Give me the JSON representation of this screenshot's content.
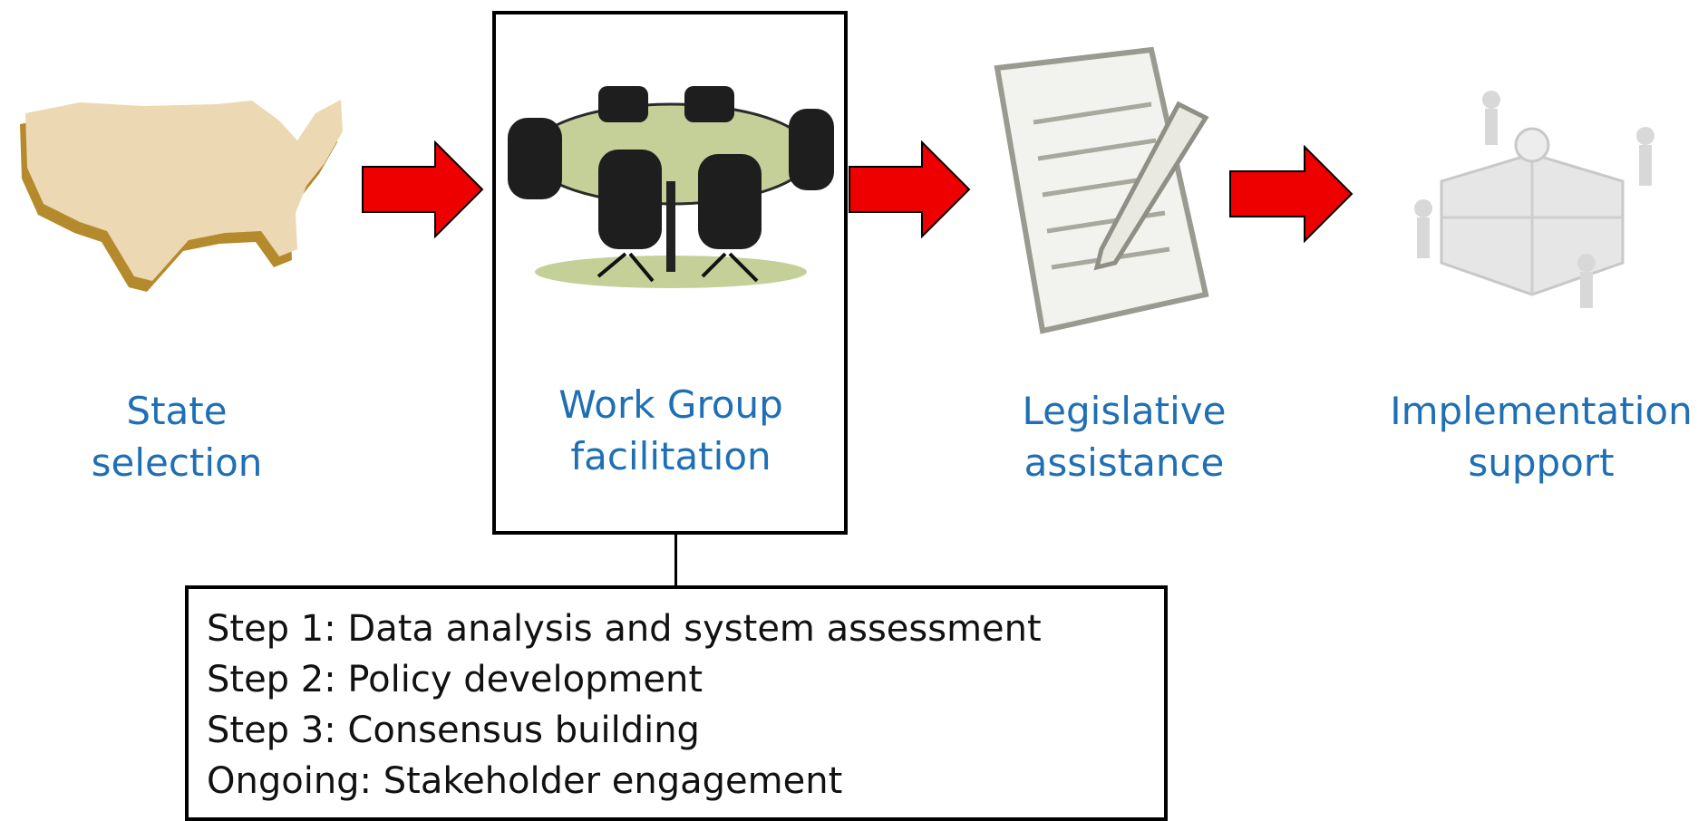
{
  "stages": [
    {
      "line1": "State",
      "line2": "selection",
      "icon": "usa-map-icon"
    },
    {
      "line1": "Work Group",
      "line2": "facilitation",
      "icon": "meeting-table-icon"
    },
    {
      "line1": "Legislative",
      "line2": "assistance",
      "icon": "document-pen-icon"
    },
    {
      "line1": "Implementation",
      "line2": "support",
      "icon": "puzzle-figures-icon"
    }
  ],
  "steps": [
    "Step 1: Data analysis and system assessment",
    "Step 2: Policy development",
    "Step 3: Consensus building",
    "Ongoing:  Stakeholder engagement"
  ],
  "colors": {
    "arrow": "#ee0000",
    "caption": "#1f6fb5",
    "map": "#ecd9b4",
    "map_shadow": "#b58a2c"
  }
}
